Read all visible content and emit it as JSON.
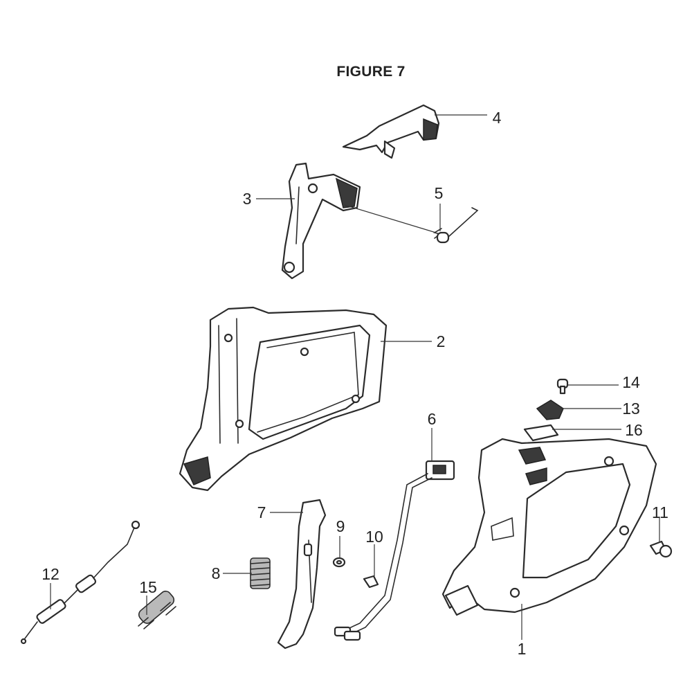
{
  "title": "FIGURE 7",
  "callouts": [
    "1",
    "2",
    "3",
    "4",
    "5",
    "6",
    "7",
    "8",
    "9",
    "10",
    "11",
    "12",
    "13",
    "14",
    "15",
    "16"
  ]
}
